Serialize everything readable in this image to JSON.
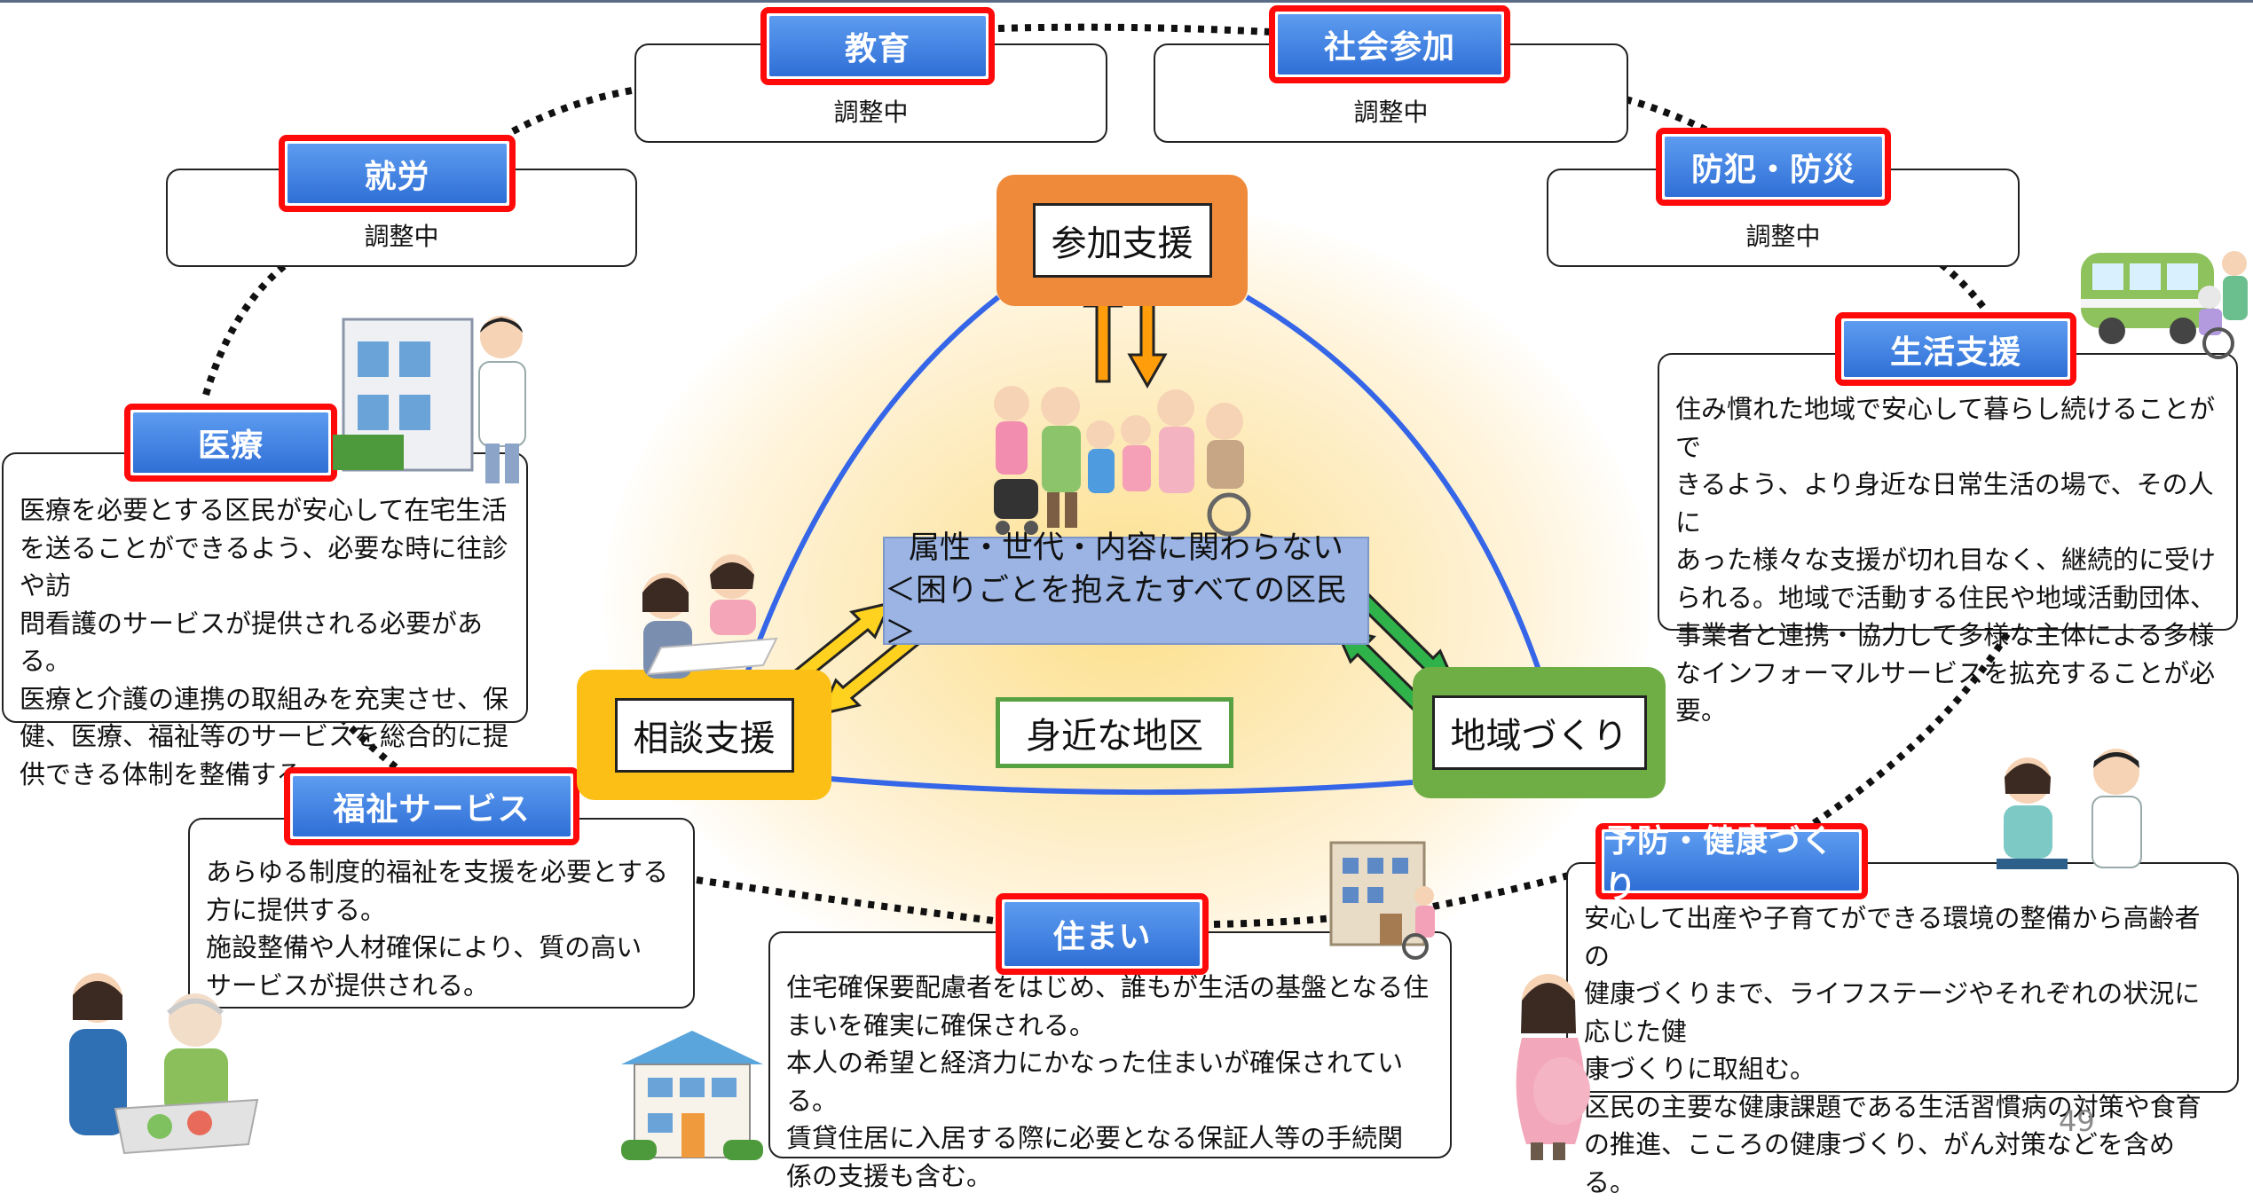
{
  "center": {
    "line1": "属性・世代・内容に関わらない",
    "line2": "＜困りごとを抱えたすべての区民＞",
    "local_area": "身近な地区"
  },
  "supports": {
    "participation": "参加支援",
    "consultation": "相談支援",
    "community": "地域づくり"
  },
  "categories": {
    "education": {
      "title": "教育",
      "body": "調整中"
    },
    "social": {
      "title": "社会参加",
      "body": "調整中"
    },
    "employment": {
      "title": "就労",
      "body": "調整中"
    },
    "crime": {
      "title": "防犯・防災",
      "body": "調整中"
    },
    "medical": {
      "title": "医療",
      "lines": [
        "医療を必要とする区民が安心して在宅生活",
        "を送ることができるよう、必要な時に往診や訪",
        "問看護のサービスが提供される必要がある。",
        "医療と介護の連携の取組みを充実させ、保",
        "健、医療、福祉等のサービスを総合的に提",
        "供できる体制を整備する。"
      ]
    },
    "living": {
      "title": "生活支援",
      "lines": [
        "住み慣れた地域で安心して暮らし続けることがで",
        "きるよう、より身近な日常生活の場で、その人に",
        "あった様々な支援が切れ目なく、継続的に受け",
        "られる。地域で活動する住民や地域活動団体、",
        "事業者と連携・協力して多様な主体による多様",
        "なインフォーマルサービスを拡充することが必要。"
      ]
    },
    "welfare": {
      "title": "福祉サービス",
      "lines": [
        "あらゆる制度的福祉を支援を必要とする",
        "方に提供する。",
        "施設整備や人材確保により、質の高い",
        "サービスが提供される。"
      ]
    },
    "housing": {
      "title": "住まい",
      "lines": [
        "住宅確保要配慮者をはじめ、誰もが生活の基盤となる住",
        "まいを確実に確保される。",
        "本人の希望と経済力にかなった住まいが確保されている。",
        "賃貸住居に入居する際に必要となる保証人等の手続関",
        "係の支援も含む。"
      ]
    },
    "prevention": {
      "title": "予防・健康づくり",
      "lines": [
        "安心して出産や子育てができる環境の整備から高齢者の",
        "健康づくりまで、ライフステージやそれぞれの状況に応じた健",
        "康づくりに取組む。",
        "区民の主要な健康課題である生活習慣病の対策や食育",
        "の推進、こころの健康づくり、がん対策などを含める。"
      ]
    }
  },
  "page_number": "49",
  "colors": {
    "label_border": "#ff0a0a",
    "label_fill": "#3f7fe0",
    "participation": "#ee8a3a",
    "consultation": "#fbbf15",
    "community": "#6fae45",
    "triangle_line": "#3566e8",
    "orange_arrow": "#ff9d0a",
    "yellow_arrow": "#ffd21f",
    "green_arrow": "#2fb24a"
  },
  "icons": [
    "clinic-doctor-illustration",
    "consultation-illustration",
    "family-group-illustration",
    "bus-wheelchair-illustration",
    "doctor-patient-illustration",
    "apartment-wheelchair-illustration",
    "house-illustration",
    "caregiver-elderly-illustration",
    "pregnant-woman-illustration"
  ]
}
